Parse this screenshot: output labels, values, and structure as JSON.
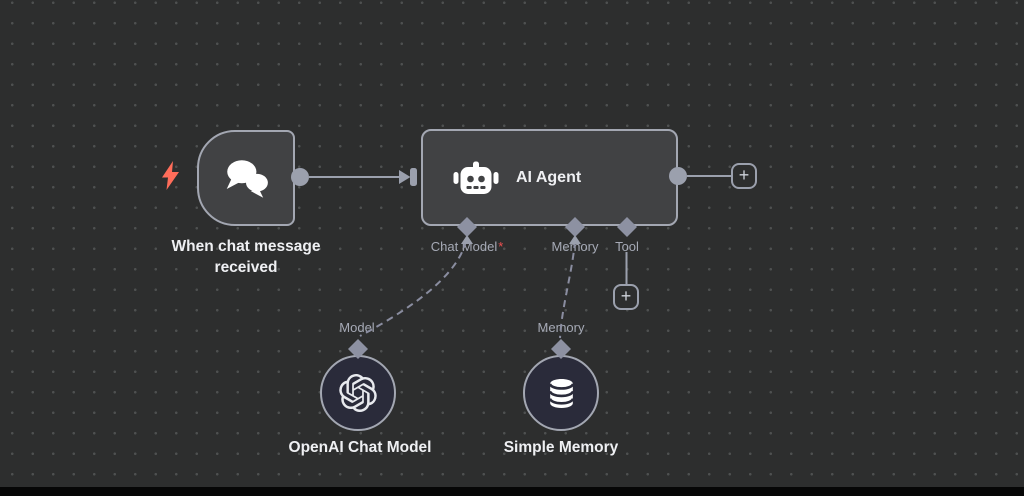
{
  "colors": {
    "canvas_bg": "#2d2e2e",
    "grid_dot": "#4e5050",
    "node_fill": "#414244",
    "node_border": "#a3a7b2",
    "subnode_fill": "#2a2b3a",
    "connector_line": "#9ba0ad",
    "endpoint_diamond": "#8d91a2",
    "port_label_text": "#a6aab6",
    "title_text": "#eff0f3",
    "required_asterisk": "#ee5050",
    "trigger_bolt": "#ff6d5a"
  },
  "trigger_node": {
    "title": "When chat message received"
  },
  "agent_node": {
    "title": "AI Agent",
    "ports": [
      {
        "label": "Chat Model",
        "required_marker": "*"
      },
      {
        "label": "Memory",
        "required_marker": ""
      },
      {
        "label": "Tool",
        "required_marker": ""
      }
    ]
  },
  "model_subnode": {
    "connector_label": "Model",
    "title": "OpenAI Chat Model"
  },
  "memory_subnode": {
    "connector_label": "Memory",
    "title": "Simple Memory"
  },
  "buttons": {
    "plus": "+"
  }
}
